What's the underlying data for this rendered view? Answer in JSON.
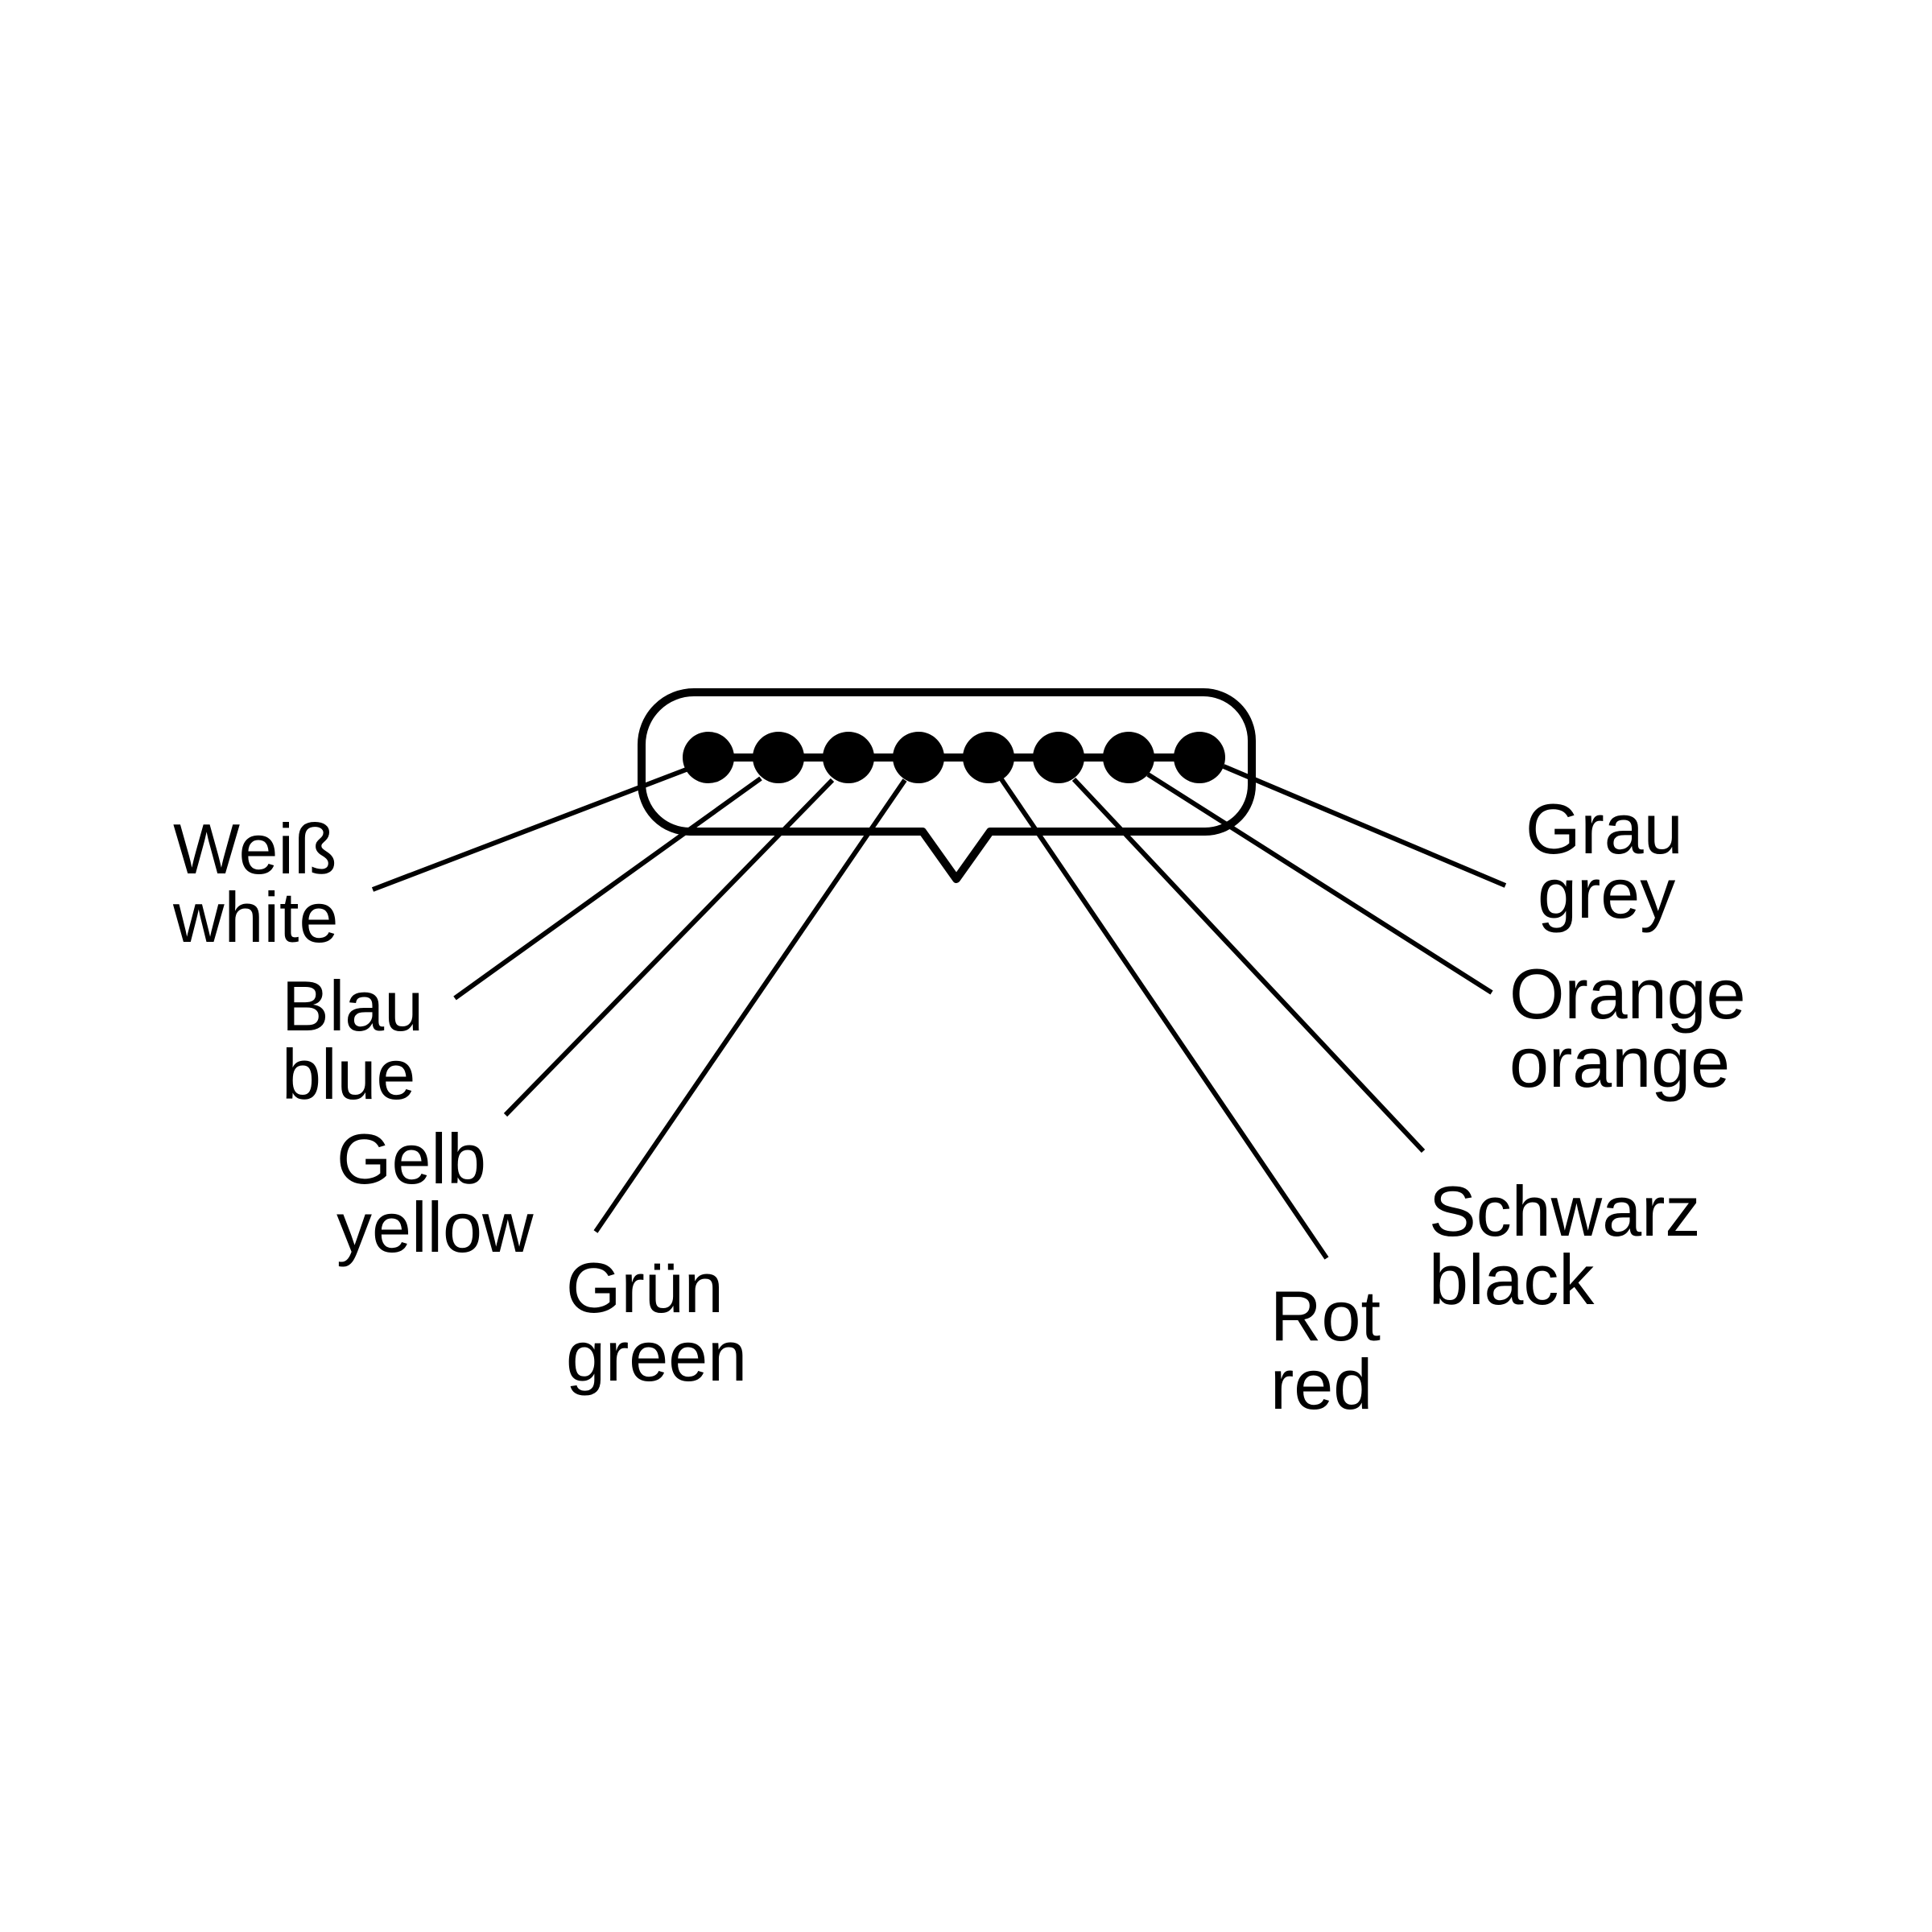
{
  "diagram": {
    "ink_color": "#000000",
    "background_color": "#ffffff",
    "connector": {
      "pins": [
        {
          "id": 1,
          "label_de": "Weiß",
          "label_en": "white"
        },
        {
          "id": 2,
          "label_de": "Blau",
          "label_en": "blue"
        },
        {
          "id": 3,
          "label_de": "Gelb",
          "label_en": "yellow"
        },
        {
          "id": 4,
          "label_de": "Grün",
          "label_en": "green"
        },
        {
          "id": 5,
          "label_de": "Rot",
          "label_en": "red"
        },
        {
          "id": 6,
          "label_de": "Schwarz",
          "label_en": "black"
        },
        {
          "id": 7,
          "label_de": "Orange",
          "label_en": "orange"
        },
        {
          "id": 8,
          "label_de": "Grau",
          "label_en": "grey"
        }
      ]
    }
  }
}
